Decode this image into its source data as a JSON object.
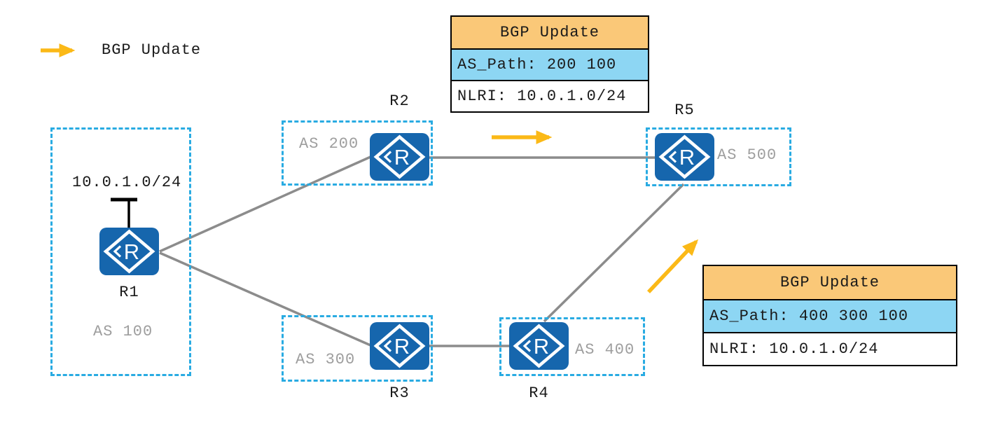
{
  "title": "BGP Update propagation topology",
  "legend": {
    "label": "BGP Update",
    "arrow_icon": "right-arrow",
    "arrow_color": "#FBB917"
  },
  "topology": {
    "prefix_label": "10.0.1.0/24",
    "router_icon_letter": "R",
    "routers": [
      {
        "name": "R1",
        "as_label": "AS 100"
      },
      {
        "name": "R2",
        "as_label": "AS 200"
      },
      {
        "name": "R3",
        "as_label": "AS 300"
      },
      {
        "name": "R4",
        "as_label": "AS 400"
      },
      {
        "name": "R5",
        "as_label": "AS 500"
      }
    ],
    "links": [
      {
        "from": "R1",
        "to": "R2"
      },
      {
        "from": "R1",
        "to": "R3"
      },
      {
        "from": "R2",
        "to": "R5"
      },
      {
        "from": "R3",
        "to": "R4"
      },
      {
        "from": "R4",
        "to": "R5"
      }
    ],
    "update_flows": [
      "R2->R5",
      "R4->R5"
    ]
  },
  "bgp_updates": [
    {
      "title": "BGP Update",
      "as_path": "AS_Path: 200 100",
      "nlri": "NLRI: 10.0.1.0/24"
    },
    {
      "title": "BGP Update",
      "as_path": "AS_Path: 400 300 100",
      "nlri": "NLRI: 10.0.1.0/24"
    }
  ],
  "colors": {
    "router_blue": "#1666AD",
    "as_box_border": "#29ABE2",
    "link_gray": "#8C8C8C",
    "as_text_gray": "#9E9E9E",
    "arrow_yellow": "#FBB917",
    "table_header_orange": "#FAC878",
    "table_aspath_blue": "#8DD6F3"
  }
}
